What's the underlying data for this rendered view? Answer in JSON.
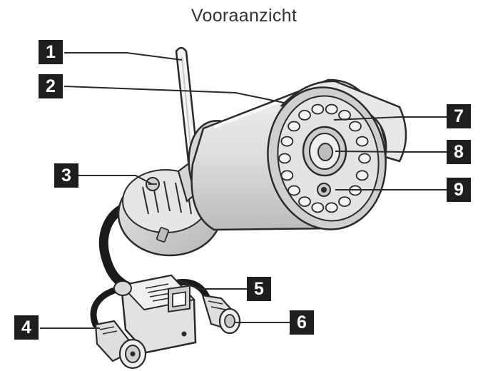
{
  "title": "Vooraanzicht",
  "callouts": [
    "1",
    "2",
    "3",
    "4",
    "5",
    "6",
    "7",
    "8",
    "9"
  ],
  "colors": {
    "outline": "#2a2a2a",
    "body_fill": "#dcdcdc",
    "body_light": "#eeeeee",
    "body_dark": "#bdbdbd",
    "cable": "#1a1a1a",
    "callout_bg": "#1e1e1e",
    "callout_text": "#ffffff"
  }
}
